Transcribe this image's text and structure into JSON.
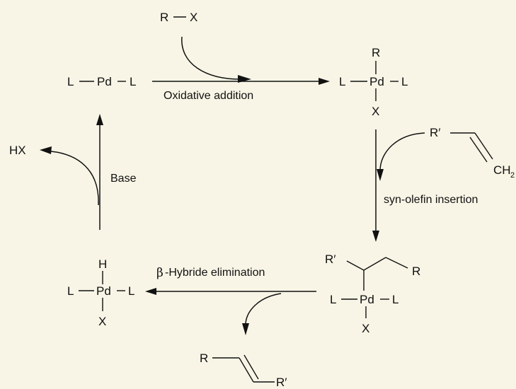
{
  "atoms": {
    "L": "L",
    "Pd": "Pd",
    "R": "R",
    "X": "X",
    "H": "H",
    "R_prime": "R′",
    "CH": "CH",
    "sub2": "2",
    "HX": "HX"
  },
  "steps": {
    "oxidative_addition": "Oxidative addition",
    "syn_olefin_insertion": "syn-olefin insertion",
    "beta_symbol": "β",
    "beta_hydride_elimination": "-Hybride elimination",
    "base": "Base"
  },
  "colors": {
    "background": "#f8f5e6",
    "ink": "#111111"
  }
}
